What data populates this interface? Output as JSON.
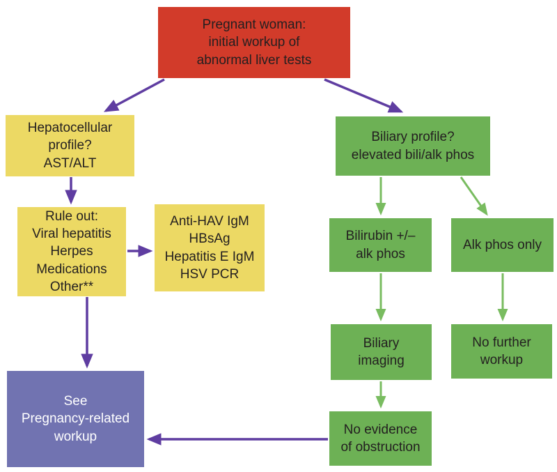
{
  "colors": {
    "red": "#d23b2a",
    "yellow": "#ecd964",
    "green": "#6db155",
    "green_arrow": "#79bc60",
    "purple_box": "#7173b1",
    "purple_arrow": "#5f3da1",
    "text_dark": "#231f20",
    "text_light": "#ffffff"
  },
  "nodes": {
    "start": {
      "text": "Pregnant woman:\ninitial workup of\nabnormal liver tests"
    },
    "hepatocellular": {
      "text": "Hepatocellular\nprofile?\nAST/ALT"
    },
    "rule_out": {
      "text": "Rule out:\nViral hepatitis\nHerpes\nMedications\nOther**"
    },
    "serology": {
      "text": "Anti-HAV IgM\nHBsAg\nHepatitis E IgM\nHSV PCR"
    },
    "pregnancy": {
      "text": "See\nPregnancy-related\nworkup"
    },
    "biliary_profile": {
      "text": "Biliary profile?\nelevated bili/alk phos"
    },
    "bilirubin": {
      "text": "Bilirubin +/–\nalk phos"
    },
    "alk_phos_only": {
      "text": "Alk phos only"
    },
    "biliary_imaging": {
      "text": "Biliary\nimaging"
    },
    "no_further": {
      "text": "No further\nworkup"
    },
    "no_obstruction": {
      "text": "No evidence\nof obstruction"
    }
  }
}
